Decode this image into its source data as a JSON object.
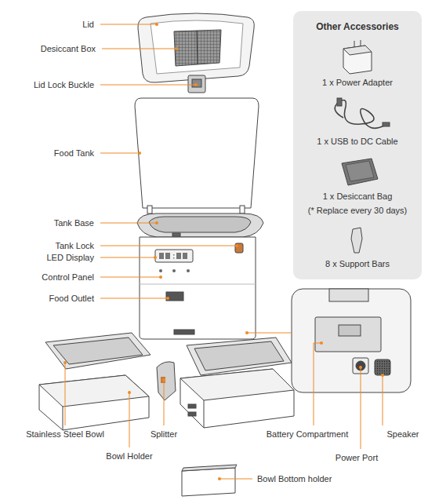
{
  "diagram": {
    "nodes": [
      {
        "text": [
          "Other Accessories",
          "1 x Power Adapter",
          "1 x USB to DC Cable",
          "1 x Desiccant Bag",
          "(* Replace every 30 days)",
          "8 x Support Bars"
        ]
      }
    ],
    "labels": [
      "Lid",
      "Desiccant Box",
      "Lid Lock Buckle",
      "Food Tank",
      "Tank Base",
      "Tank Lock",
      "LED Display",
      "Control Panel",
      "Food Outlet",
      "Stainless Steel Bowl",
      "Splitter",
      "Bowl Holder",
      "Battery Compartment",
      "Power Port",
      "Speaker",
      "Bowl Bottom holder"
    ]
  }
}
